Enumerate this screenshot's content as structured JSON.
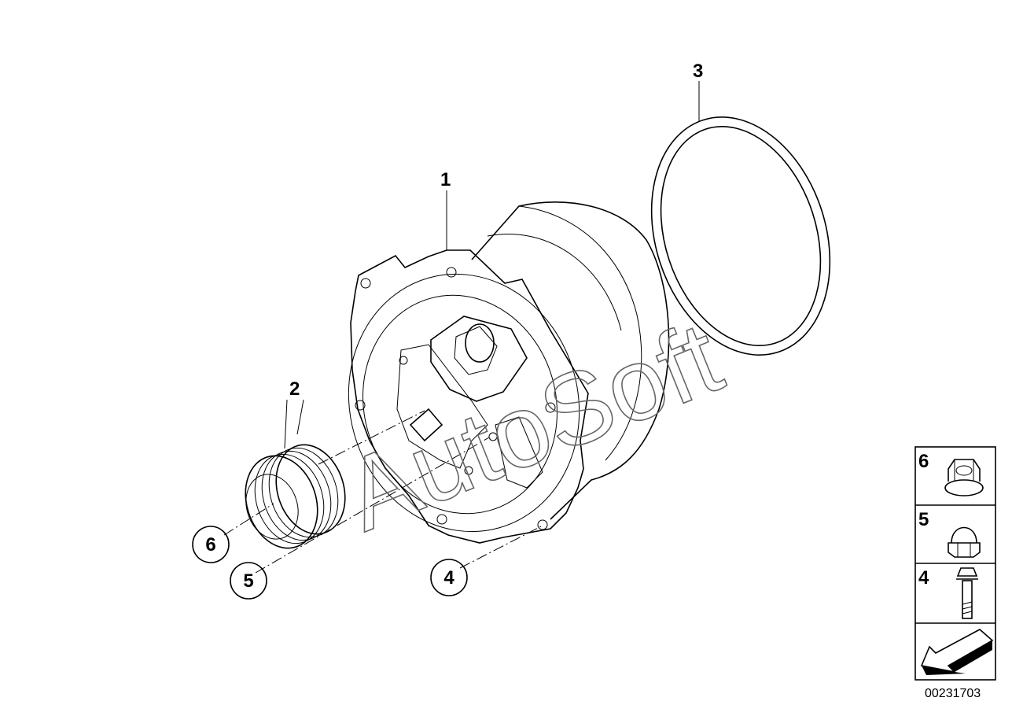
{
  "diagram": {
    "callouts": [
      {
        "id": "1",
        "label": "1"
      },
      {
        "id": "2",
        "label": "2"
      },
      {
        "id": "3",
        "label": "3"
      },
      {
        "id": "4",
        "label": "4"
      },
      {
        "id": "5",
        "label": "5"
      },
      {
        "id": "6",
        "label": "6"
      }
    ],
    "legend": [
      {
        "label": "6",
        "icon": "flange-nut-icon"
      },
      {
        "label": "5",
        "icon": "cap-nut-icon"
      },
      {
        "label": "4",
        "icon": "bolt-icon"
      },
      {
        "label": "",
        "icon": "arrow-icon"
      }
    ],
    "reference_number": "00231703",
    "watermark": "AutoSoft"
  }
}
